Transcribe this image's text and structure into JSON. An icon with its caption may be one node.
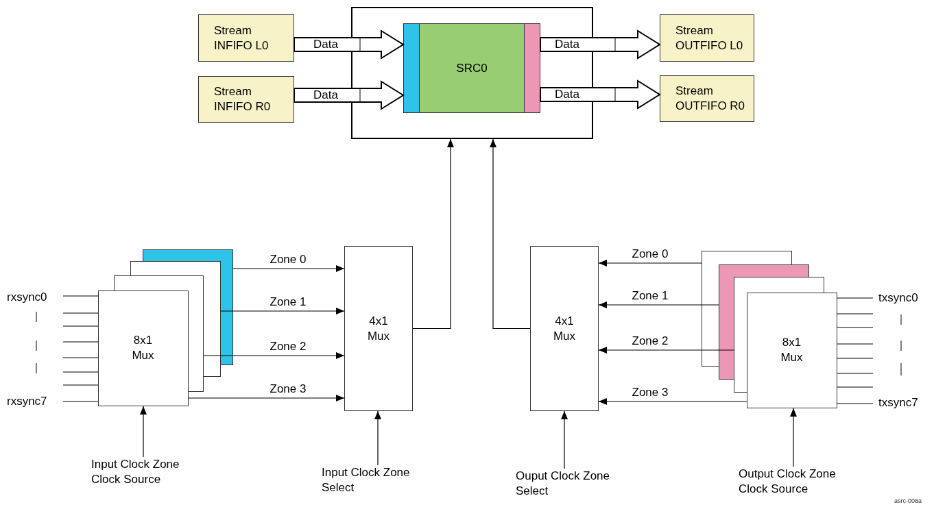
{
  "diagram": {
    "nodes": [
      {
        "text": [],
        "shape": "box"
      },
      {
        "text": [
          "Stream INFIFO L0"
        ]
      },
      {
        "text": [
          "Stream INFIFO R0"
        ]
      },
      {
        "text": [
          "SRC0"
        ],
        "in": 0
      },
      {
        "text": [
          "Stream OUTFIFO L0"
        ]
      },
      {
        "text": [
          "Stream OUTFIFO R0"
        ]
      },
      {
        "text": [
          "8x1 Mux"
        ]
      },
      {
        "text": [
          "4x1 Mux"
        ]
      },
      {
        "text": [
          "4x1 Mux"
        ]
      },
      {
        "text": [
          "8x1 Mux"
        ]
      },
      {
        "text": [
          "Input Clock Zone Clock Source"
        ]
      },
      {
        "text": [
          "Input Clock Zone Select"
        ]
      },
      {
        "text": [
          "Ouput Clock Zone Select"
        ]
      },
      {
        "text": [
          "Output Clock Zone Clock Source"
        ]
      }
    ],
    "edges": [
      {
        "from": 1,
        "to": 3,
        "arrow": "to",
        "label": "Data",
        "style": "thick"
      },
      {
        "from": 2,
        "to": 3,
        "arrow": "to",
        "label": "Data",
        "style": "thick"
      },
      {
        "from": 3,
        "to": 4,
        "arrow": "to",
        "label": "Data",
        "style": "thick"
      },
      {
        "from": 3,
        "to": 5,
        "arrow": "to",
        "label": "Data",
        "style": "thick"
      },
      {
        "from": 6,
        "to": 7,
        "arrow": "to",
        "label": "Zone 0"
      },
      {
        "from": 6,
        "to": 7,
        "arrow": "to",
        "label": "Zone 1"
      },
      {
        "from": 6,
        "to": 7,
        "arrow": "to",
        "label": "Zone 2"
      },
      {
        "from": 6,
        "to": 7,
        "arrow": "to",
        "label": "Zone 3"
      },
      {
        "from": 9,
        "to": 8,
        "arrow": "to",
        "label": "Zone 0"
      },
      {
        "from": 9,
        "to": 8,
        "arrow": "to",
        "label": "Zone 1"
      },
      {
        "from": 9,
        "to": 8,
        "arrow": "to",
        "label": "Zone 2"
      },
      {
        "from": 9,
        "to": 8,
        "arrow": "to",
        "label": "Zone 3"
      },
      {
        "from": 7,
        "to": 0,
        "arrow": "to"
      },
      {
        "from": 8,
        "to": 0,
        "arrow": "to"
      },
      {
        "from": 10,
        "to": 6,
        "arrow": "to"
      },
      {
        "from": 11,
        "to": 7,
        "arrow": "to"
      },
      {
        "from": 12,
        "to": 8,
        "arrow": "to"
      },
      {
        "from": 13,
        "to": 9,
        "arrow": "to"
      }
    ],
    "labels": [
      "rxsync0",
      "rxsync7",
      "txsync0",
      "txsync7",
      "asrc-008a"
    ]
  }
}
